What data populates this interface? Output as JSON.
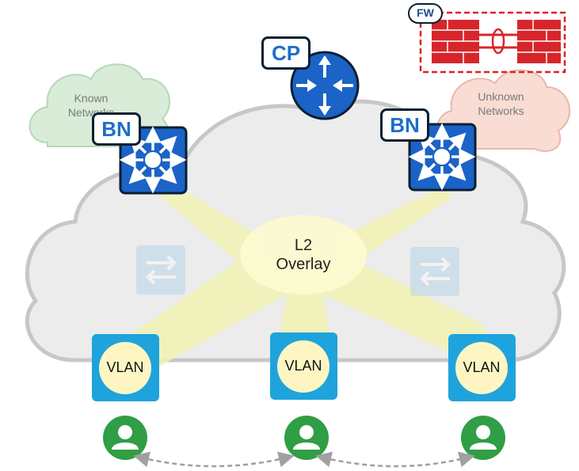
{
  "labels": {
    "known_networks": [
      "Known",
      "Networks"
    ],
    "unknown_networks": [
      "Unknown",
      "Networks"
    ],
    "control_plane": "CP",
    "border_node_left": "BN",
    "border_node_right": "BN",
    "firewall": "FW",
    "overlay_line1": "L2",
    "overlay_line2": "Overlay",
    "vlans": [
      "VLAN",
      "VLAN",
      "VLAN"
    ]
  },
  "icons": {
    "cp": "router-icon",
    "bn": "layer3-switch-icon",
    "fabric_edge": "switch-arrows-icon",
    "endpoint": "user-icon",
    "firewall": "firewall-icon"
  },
  "colors": {
    "device_blue": "#1b63c6",
    "vlan_tile": "#1fa3dc",
    "vlan_circle": "#fdf6c3",
    "overlay_glow": "#f2f2b4",
    "user_green": "#2f9e44",
    "firewall_red": "#d7262b",
    "known_cloud": "#d8ecd8",
    "unknown_cloud": "#f9dcd4"
  }
}
